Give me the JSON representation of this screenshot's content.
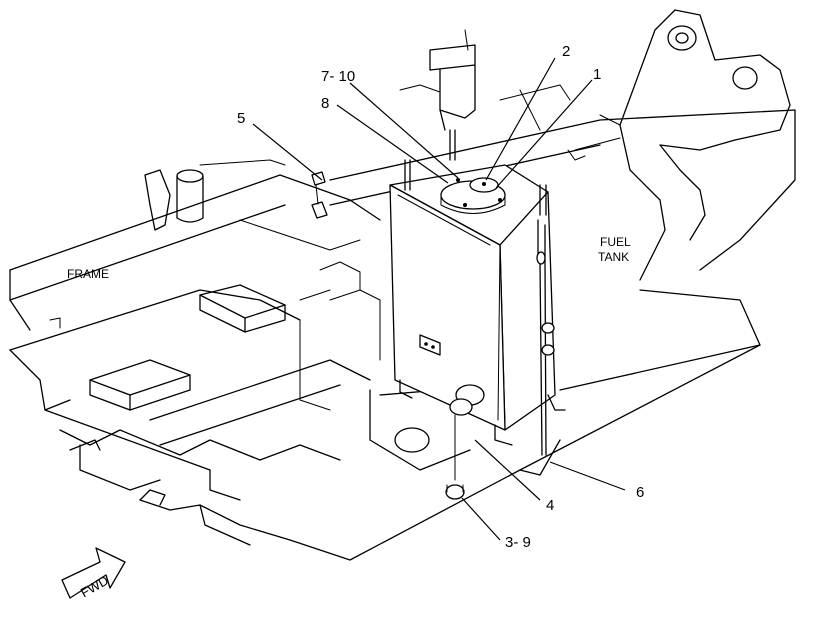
{
  "labels": {
    "frame": "FRAME",
    "fuel_tank_line1": "FUEL",
    "fuel_tank_line2": "TANK",
    "fwd": "FWD"
  },
  "callouts": [
    {
      "id": "1",
      "text": "1"
    },
    {
      "id": "2",
      "text": "2"
    },
    {
      "id": "3",
      "text": "3- 9"
    },
    {
      "id": "4",
      "text": "4"
    },
    {
      "id": "5",
      "text": "5"
    },
    {
      "id": "6",
      "text": "6"
    },
    {
      "id": "7",
      "text": "7- 10"
    },
    {
      "id": "8",
      "text": "8"
    }
  ]
}
